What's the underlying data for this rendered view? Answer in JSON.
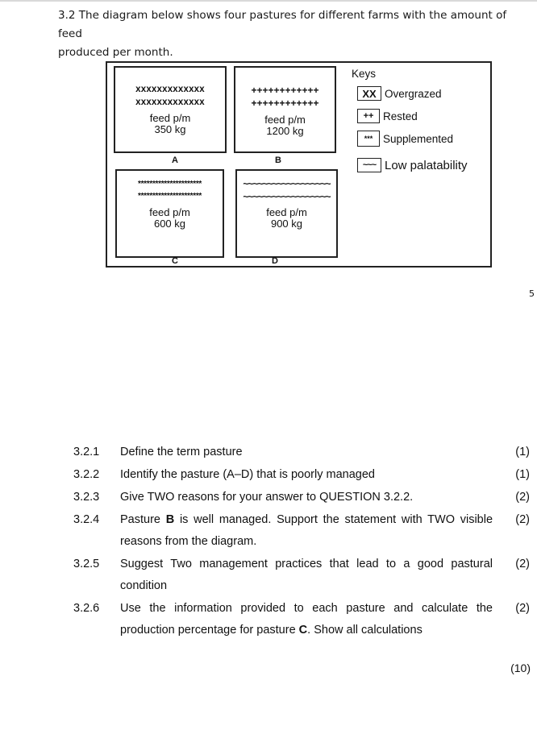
{
  "intro": {
    "line1": "3.2 The diagram below shows four pastures for different farms with the amount of feed",
    "line2": "produced per month."
  },
  "diagram": {
    "pastures": [
      {
        "label": "A",
        "pattern_line1": "xxxxxxxxxxxxx",
        "pattern_line2": "xxxxxxxxxxxxx",
        "feed_label": "feed p/m",
        "feed_value": "350 kg"
      },
      {
        "label": "B",
        "pattern_line1": "++++++++++++",
        "pattern_line2": "++++++++++++",
        "feed_label": "feed p/m",
        "feed_value": "1200 kg"
      },
      {
        "label": "C",
        "pattern_line1": "**********************",
        "pattern_line2": "**********************",
        "feed_label": "feed p/m",
        "feed_value": "600 kg"
      },
      {
        "label": "D",
        "pattern_line1": "~~~~~~~~~~~~~~~~~~",
        "pattern_line2": "~~~~~~~~~~~~~~~~~~",
        "feed_label": "feed p/m",
        "feed_value": "900 kg"
      }
    ],
    "keys_title": "Keys",
    "keys": [
      {
        "symbol": "XX",
        "label": "Overgrazed"
      },
      {
        "symbol": "++",
        "label": "Rested"
      },
      {
        "symbol": "***",
        "label": "Supplemented"
      },
      {
        "symbol": "~~~",
        "label": "Low palatability"
      }
    ]
  },
  "page_number": "5",
  "questions": [
    {
      "number": "3.2.1",
      "text": "Define the term pasture",
      "marks": "(1)"
    },
    {
      "number": "3.2.2",
      "text": "Identify the pasture (A–D) that is poorly managed",
      "marks": "(1)"
    },
    {
      "number": "3.2.3",
      "text": "Give TWO reasons for your answer to QUESTION 3.2.2.",
      "marks": "(2)"
    },
    {
      "number": "3.2.4",
      "text_before": "Pasture ",
      "bold": "B",
      "text_after": " is well managed. Support the statement with TWO visible reasons from the diagram.",
      "marks": "(2)"
    },
    {
      "number": "3.2.5",
      "text": "Suggest Two management practices that lead to a good pastural condition",
      "marks": "(2)"
    },
    {
      "number": "3.2.6",
      "text_before": "Use the information provided to each pasture and calculate the production percentage for pasture ",
      "bold": "C",
      "text_after": ". Show all calculations",
      "marks": "(2)"
    }
  ],
  "total_marks": "(10)"
}
